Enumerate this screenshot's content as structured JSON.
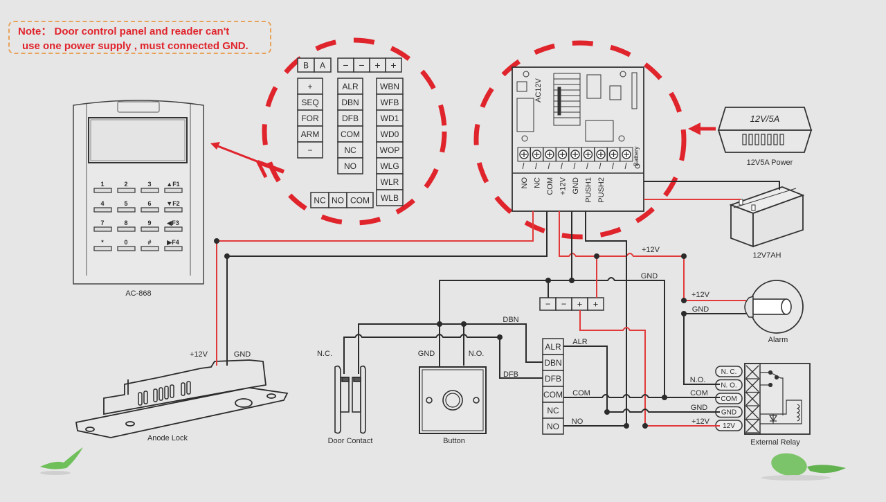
{
  "note": {
    "line1": "Note： Door control panel and  reader can't",
    "line2": "use one power supply , must connected GND."
  },
  "reader": {
    "label": "AC-868",
    "keys": [
      [
        "1",
        "2",
        "3",
        "▲F1"
      ],
      [
        "4",
        "5",
        "6",
        "▼F2"
      ],
      [
        "7",
        "8",
        "9",
        "◀F3"
      ],
      [
        "*",
        "0",
        "#",
        "▶F4"
      ]
    ]
  },
  "panel_terminals": {
    "ba": [
      "B",
      "A"
    ],
    "power": [
      "−",
      "−",
      "+",
      "+"
    ],
    "left_col": [
      "+",
      "SEQ",
      "FOR",
      "ARM",
      "−"
    ],
    "mid_col": [
      "ALR",
      "DBN",
      "DFB",
      "COM",
      "NC",
      "NO"
    ],
    "right_col": [
      "WBN",
      "WFB",
      "WD1",
      "WD0",
      "WOP",
      "WLG",
      "WLR",
      "WLB"
    ],
    "relay": [
      "NC",
      "NO",
      "COM"
    ]
  },
  "psu_board": {
    "ac_label": "AC12V",
    "battery_label": "Battery",
    "terminals": [
      "NO",
      "NC",
      "COM",
      "+12V",
      "GND",
      "PUSH1",
      "PUSH2"
    ]
  },
  "power_supply": {
    "face": "12V/5A",
    "label": "12V5A Power"
  },
  "battery": {
    "label": "12V7AH"
  },
  "alarm": {
    "label": "Alarm",
    "wire_plus": "+12V",
    "wire_gnd": "GND"
  },
  "lock": {
    "label": "Anode Lock",
    "wire_plus": "+12V",
    "wire_gnd": "GND"
  },
  "door_contact": {
    "label": "Door Contact",
    "wire": "N.C."
  },
  "button": {
    "label": "Button",
    "wire_gnd": "GND",
    "wire_no": "N.O."
  },
  "bus_labels": {
    "plus12": "+12V",
    "gnd": "GND"
  },
  "lower_panel": {
    "power": [
      "−",
      "−",
      "+",
      "+"
    ],
    "terminals": [
      "ALR",
      "DBN",
      "DFB",
      "COM",
      "NC",
      "NO"
    ],
    "wire_labels": {
      "dbn": "DBN",
      "dfb": "DFB",
      "alr": "ALR",
      "com": "COM",
      "no": "NO"
    }
  },
  "relay": {
    "label": "External Relay",
    "terminals": [
      "N. C.",
      "N. O.",
      "COM",
      "GND",
      "12V"
    ],
    "wire_labels": [
      "N.O.",
      "COM",
      "GND",
      "+12V"
    ]
  },
  "colors": {
    "red": "#e0242c",
    "wire_black": "#2b2b2b",
    "wire_red": "#e23a3a",
    "bg": "#e6e6e6",
    "leaf": "#6fbf5a"
  }
}
